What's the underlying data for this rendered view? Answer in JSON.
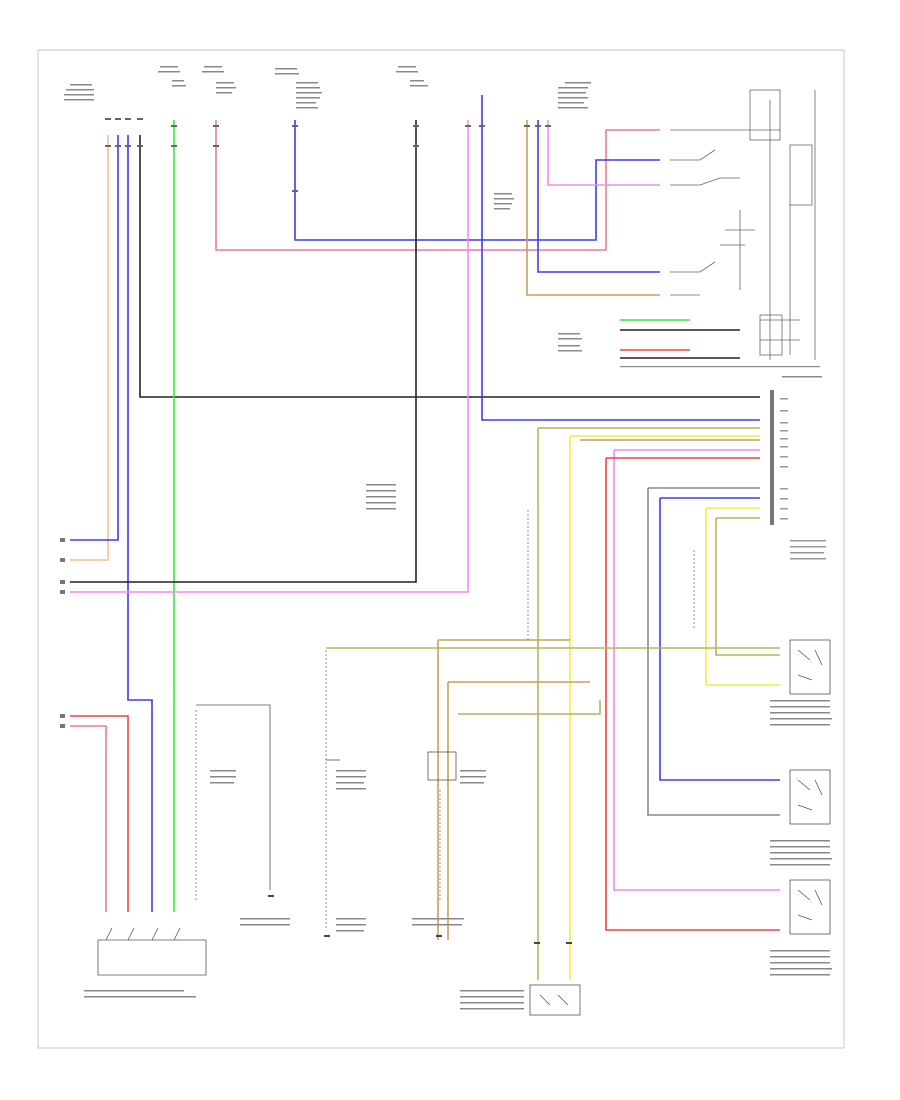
{
  "colors": {
    "orange": "#f2c28f",
    "blue": "#3b3bf0",
    "black": "#222222",
    "green": "#39e639",
    "pink": "#f07a9c",
    "light_pink": "#ee8cee",
    "tan": "#c8a256",
    "yellow": "#eeee44",
    "olive": "#b9b45a",
    "gray": "#8a8a8a",
    "red": "#ee4444"
  },
  "icons": [
    "ground-icon",
    "connector-icon",
    "switch-icon",
    "motor-icon"
  ],
  "page_label": "",
  "wires": [
    {
      "name": "wire-orange-left",
      "color": "orange"
    },
    {
      "name": "wire-blue-left-1",
      "color": "blue"
    },
    {
      "name": "wire-blue-left-2",
      "color": "blue"
    },
    {
      "name": "wire-black-left",
      "color": "black"
    },
    {
      "name": "wire-green",
      "color": "green"
    },
    {
      "name": "wire-pink-top",
      "color": "pink"
    },
    {
      "name": "wire-blue-top",
      "color": "blue"
    },
    {
      "name": "wire-black-center",
      "color": "black"
    },
    {
      "name": "wire-light-pink-center",
      "color": "light_pink"
    },
    {
      "name": "wire-tan-center",
      "color": "tan"
    },
    {
      "name": "wire-blue-center",
      "color": "blue"
    },
    {
      "name": "wire-light-pink-right",
      "color": "light_pink"
    },
    {
      "name": "wire-olive-main",
      "color": "olive"
    },
    {
      "name": "wire-yellow-main",
      "color": "yellow"
    },
    {
      "name": "wire-gray-right",
      "color": "gray"
    },
    {
      "name": "wire-red-right",
      "color": "red"
    },
    {
      "name": "wire-tan-lower",
      "color": "tan"
    },
    {
      "name": "wire-blue-bottom-left",
      "color": "blue"
    },
    {
      "name": "wire-pink-bottom-left",
      "color": "pink"
    },
    {
      "name": "wire-red-bottom-left",
      "color": "red"
    }
  ]
}
